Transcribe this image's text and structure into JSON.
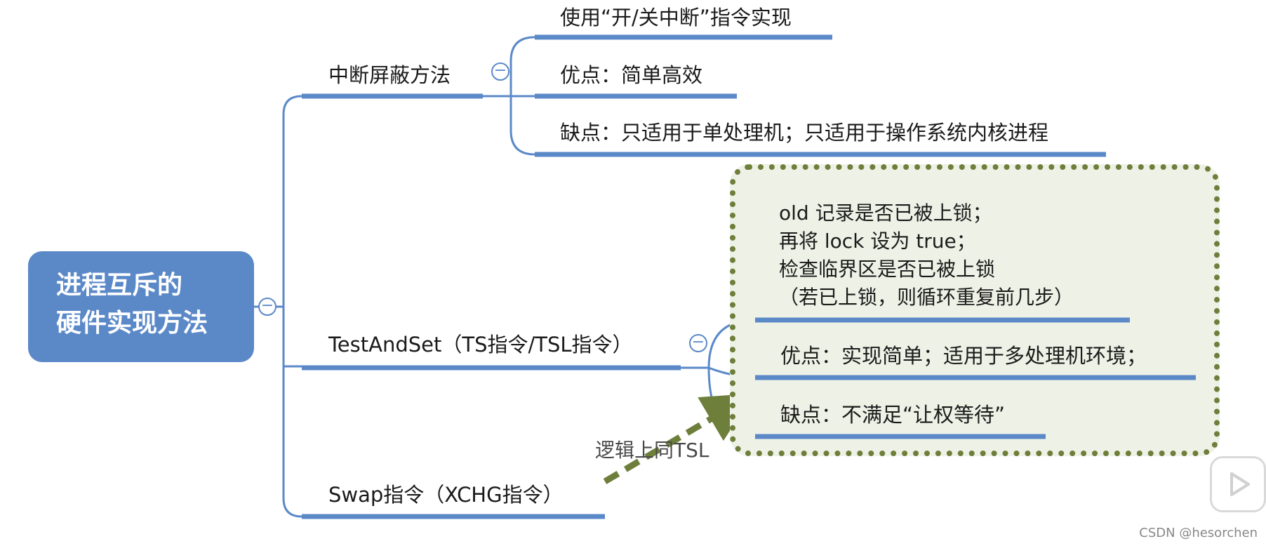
{
  "root": {
    "line1": "进程互斥的",
    "line2": "硬件实现方法"
  },
  "branches": {
    "interrupt": {
      "label": "中断屏蔽方法",
      "children": [
        "使用“开/关中断”指令实现",
        "优点：简单高效",
        "缺点：只适用于单处理机；只适用于操作系统内核进程"
      ]
    },
    "testandset": {
      "label": "TestAndSet（TS指令/TSL指令）",
      "description": [
        "old 记录是否已被上锁；",
        "再将 lock 设为 true；",
        "检查临界区是否已被上锁",
        "（若已上锁，则循环重复前几步）"
      ],
      "pros": "优点：实现简单；适用于多处理机环境；",
      "cons": "缺点：不满足“让权等待”"
    },
    "swap": {
      "label": "Swap指令（XCHG指令）"
    }
  },
  "arrow_note": "逻辑上同TSL",
  "watermark": "CSDN @hesorchen",
  "colors": {
    "branch": "#5b89c8",
    "callout_border": "#6d7f3a",
    "callout_fill": "#eef1e6",
    "arrow": "#6d7f3a"
  },
  "icons": {
    "collapse": "minus-circle-icon",
    "play": "play-icon"
  }
}
